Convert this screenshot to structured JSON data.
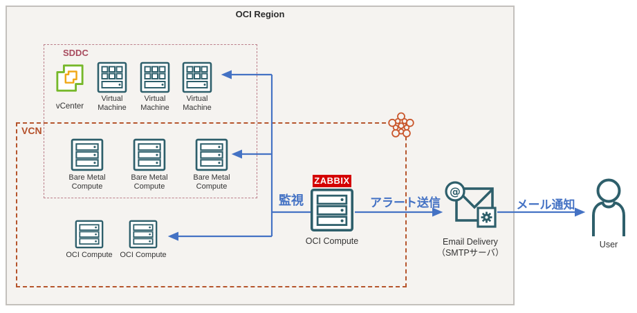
{
  "region": {
    "title": "OCI Region"
  },
  "sddc": {
    "label": "SDDC",
    "vcenter_label": "vCenter",
    "vm_labels": [
      "Virtual Machine",
      "Virtual Machine",
      "Virtual Machine"
    ]
  },
  "vcn": {
    "label": "VCN",
    "bare_metal_labels": [
      "Bare Metal Compute",
      "Bare Metal Compute",
      "Bare Metal Compute"
    ],
    "oci_compute_labels": [
      "OCI Compute",
      "OCI Compute"
    ]
  },
  "zabbix_server": {
    "badge": "ZABBIX",
    "label": "OCI Compute"
  },
  "email_delivery": {
    "label": "Email Delivery",
    "sublabel": "（SMTPサーバ）",
    "at_symbol": "@"
  },
  "user": {
    "label": "User"
  },
  "flow_labels": {
    "monitoring": "監視",
    "alert": "アラート送信",
    "mail": "メール通知"
  },
  "colors": {
    "accent_blue": "#4472C4",
    "icon_teal": "#2E5F6B",
    "vcn_orange": "#B5542B",
    "sddc_rose": "#A84B5E",
    "zabbix_red": "#D40000",
    "vcenter_green": "#76B82A",
    "vcenter_orange": "#F0A818",
    "region_fill": "#F5F3F0"
  }
}
